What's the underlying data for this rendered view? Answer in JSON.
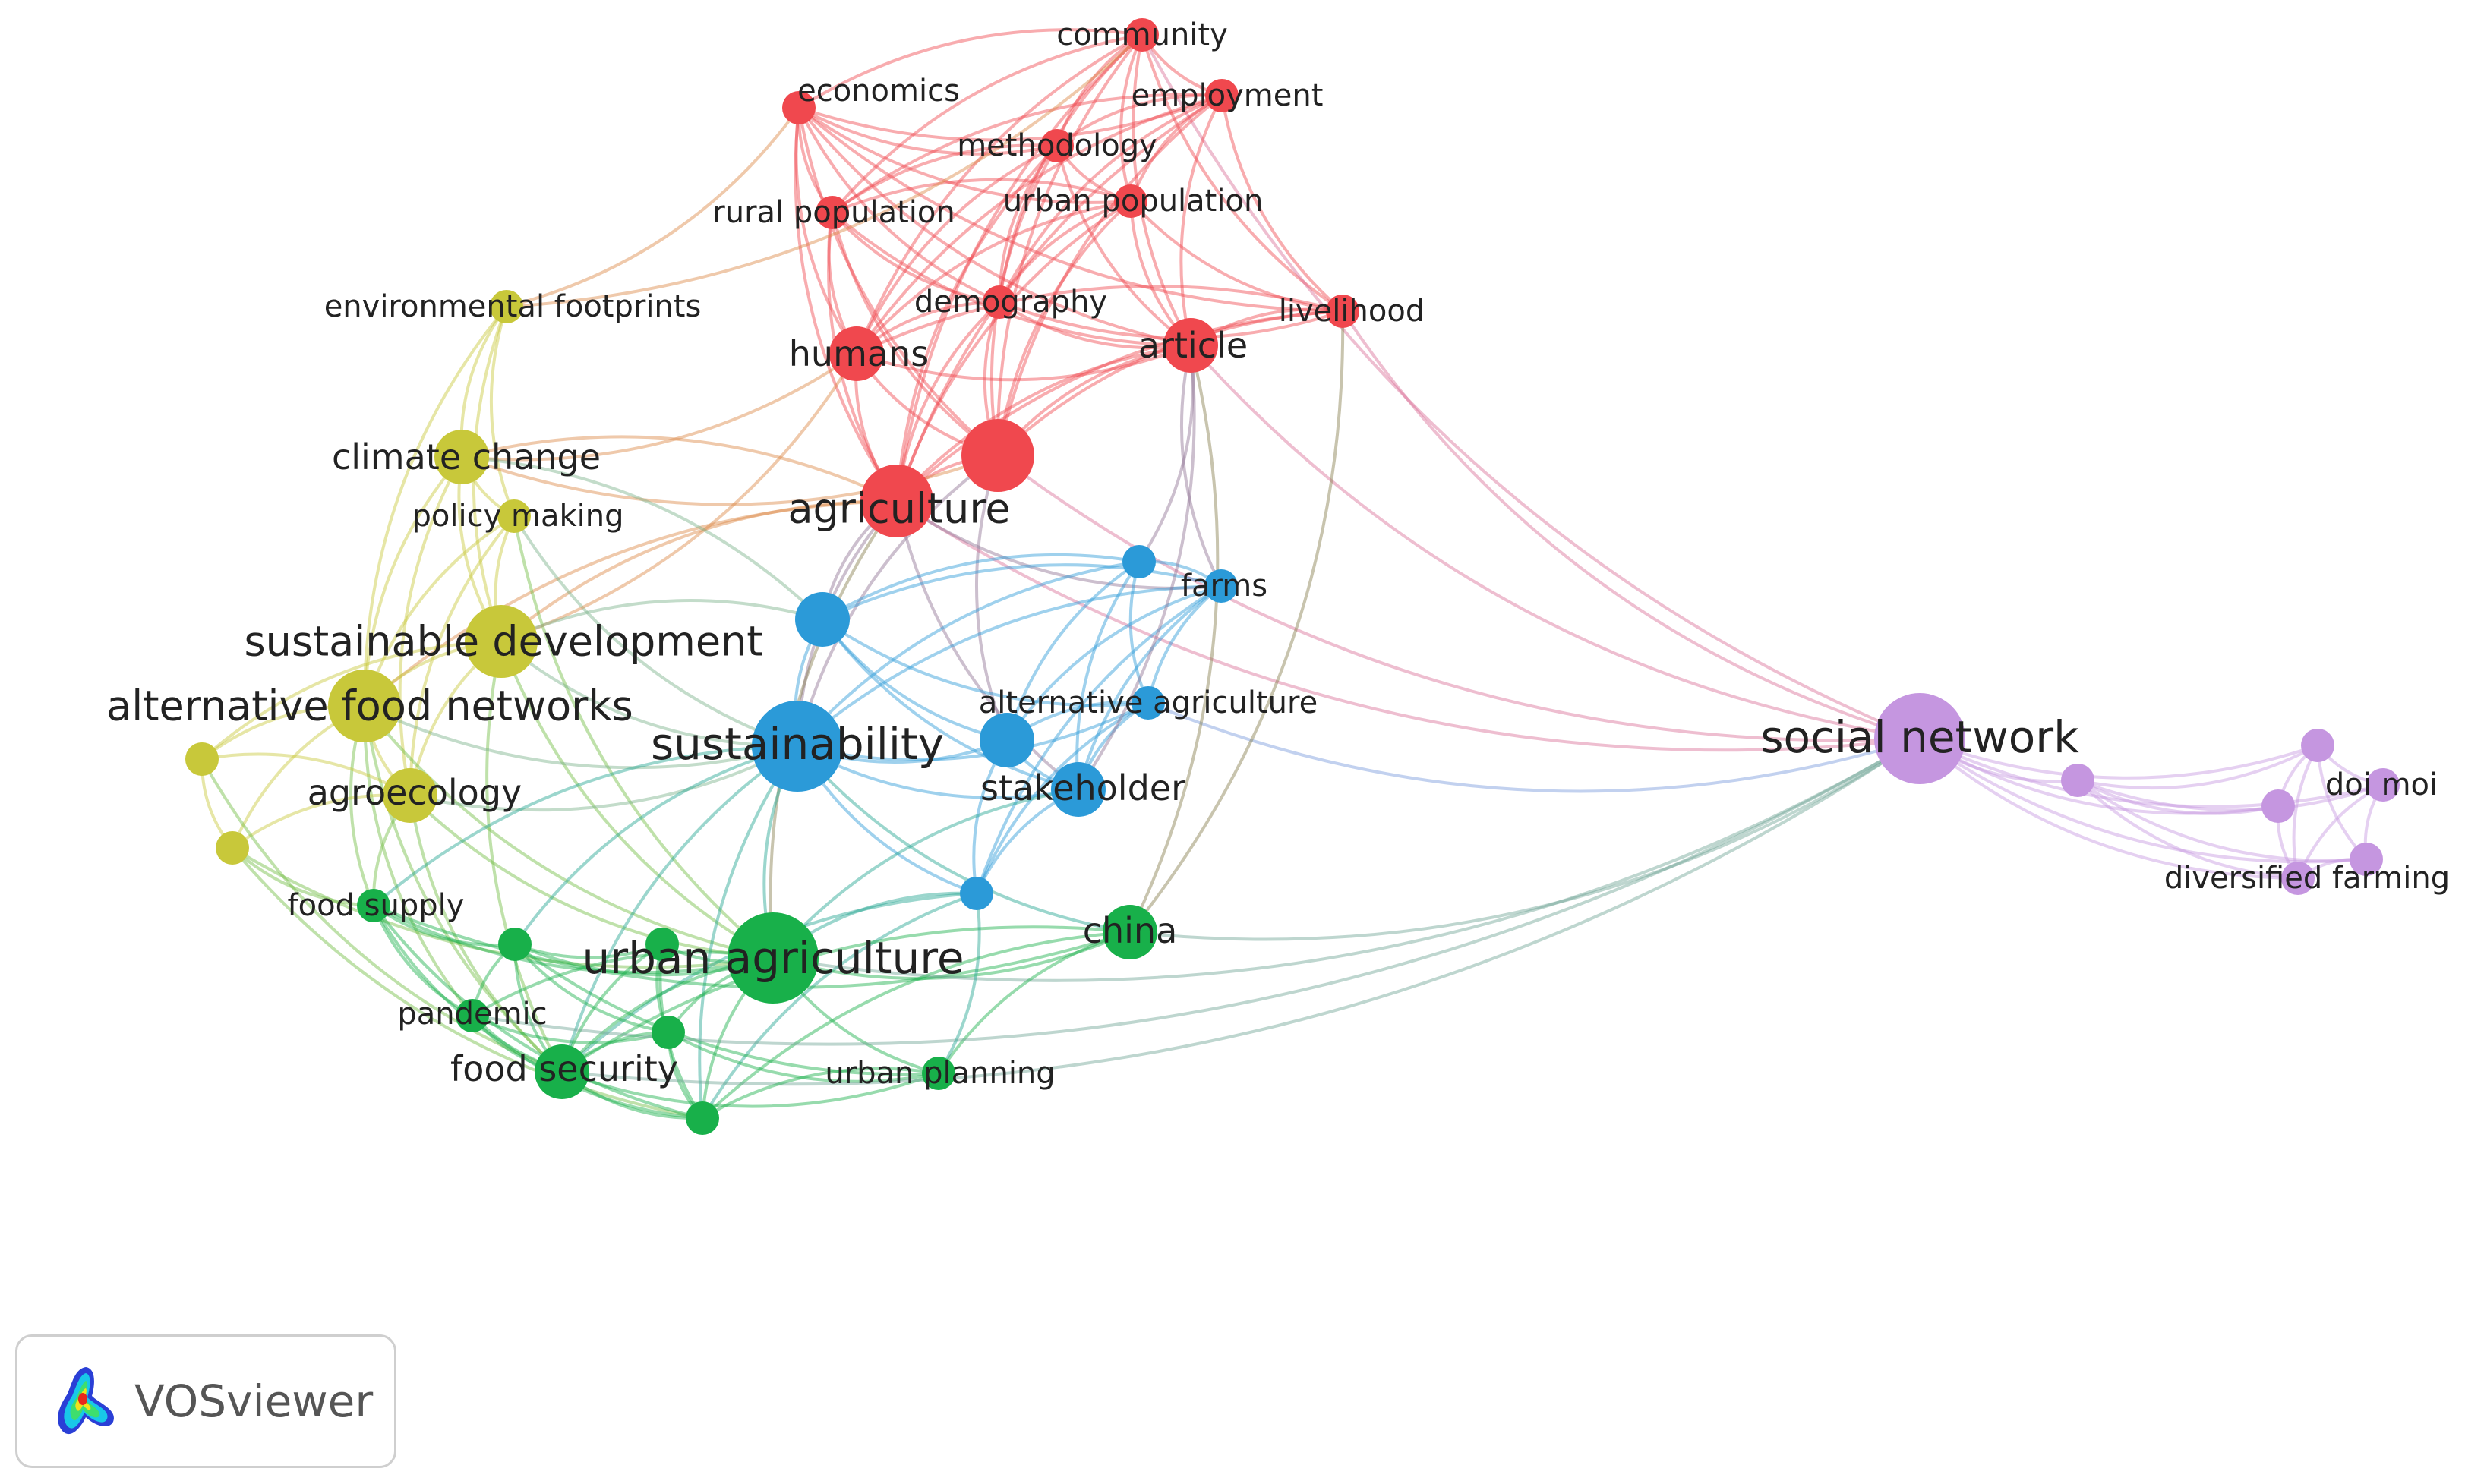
{
  "colors": {
    "red": "#f0484e",
    "yellow": "#c8c83a",
    "blue": "#2b9ad8",
    "green": "#18b04a",
    "purple": "#c596e0"
  },
  "nodes": [
    {
      "id": "community",
      "label": "community",
      "cluster": "red",
      "size": 1
    },
    {
      "id": "economics",
      "label": "economics",
      "cluster": "red",
      "size": 1
    },
    {
      "id": "employment",
      "label": "employment",
      "cluster": "red",
      "size": 1
    },
    {
      "id": "methodology",
      "label": "methodology",
      "cluster": "red",
      "size": 1
    },
    {
      "id": "urban-population",
      "label": "urban population",
      "cluster": "red",
      "size": 1
    },
    {
      "id": "rural-population",
      "label": "rural population",
      "cluster": "red",
      "size": 1
    },
    {
      "id": "demography",
      "label": "demography",
      "cluster": "red",
      "size": 1
    },
    {
      "id": "livelihood",
      "label": "livelihood",
      "cluster": "red",
      "size": 1
    },
    {
      "id": "humans",
      "label": "humans",
      "cluster": "red",
      "size": 2
    },
    {
      "id": "article",
      "label": "article",
      "cluster": "red",
      "size": 2
    },
    {
      "id": "red-hub",
      "label": "",
      "cluster": "red",
      "size": 3
    },
    {
      "id": "agriculture",
      "label": "agriculture",
      "cluster": "red",
      "size": 3
    },
    {
      "id": "environmental-footprints",
      "label": "environmental footprints",
      "cluster": "yellow",
      "size": 1
    },
    {
      "id": "climate-change",
      "label": "climate change",
      "cluster": "yellow",
      "size": 2
    },
    {
      "id": "policy-making",
      "label": "policy making",
      "cluster": "yellow",
      "size": 1
    },
    {
      "id": "sustainable-development",
      "label": "sustainable development",
      "cluster": "yellow",
      "size": 3
    },
    {
      "id": "alternative-food-networks",
      "label": "alternative food networks",
      "cluster": "yellow",
      "size": 3
    },
    {
      "id": "agroecology",
      "label": "agroecology",
      "cluster": "yellow",
      "size": 2
    },
    {
      "id": "yellow-a",
      "label": "",
      "cluster": "yellow",
      "size": 1
    },
    {
      "id": "yellow-b",
      "label": "",
      "cluster": "yellow",
      "size": 1
    },
    {
      "id": "farms",
      "label": "farms",
      "cluster": "blue",
      "size": 1
    },
    {
      "id": "blue-top",
      "label": "",
      "cluster": "blue",
      "size": 1
    },
    {
      "id": "blue-left",
      "label": "",
      "cluster": "blue",
      "size": 2
    },
    {
      "id": "sustainability",
      "label": "sustainability",
      "cluster": "blue",
      "size": 4
    },
    {
      "id": "alternative-agriculture",
      "label": "alternative agriculture",
      "cluster": "blue",
      "size": 1
    },
    {
      "id": "blue-mid",
      "label": "",
      "cluster": "blue",
      "size": 2
    },
    {
      "id": "stakeholder",
      "label": "stakeholder",
      "cluster": "blue",
      "size": 2
    },
    {
      "id": "blue-low",
      "label": "",
      "cluster": "blue",
      "size": 1
    },
    {
      "id": "food-supply",
      "label": "food supply",
      "cluster": "green",
      "size": 1
    },
    {
      "id": "green-a",
      "label": "",
      "cluster": "green",
      "size": 1
    },
    {
      "id": "green-b",
      "label": "",
      "cluster": "green",
      "size": 1
    },
    {
      "id": "urban-agriculture",
      "label": "urban agriculture",
      "cluster": "green",
      "size": 4
    },
    {
      "id": "china",
      "label": "china",
      "cluster": "green",
      "size": 2
    },
    {
      "id": "pandemic",
      "label": "pandemic",
      "cluster": "green",
      "size": 1
    },
    {
      "id": "green-c",
      "label": "",
      "cluster": "green",
      "size": 1
    },
    {
      "id": "food-security",
      "label": "food security",
      "cluster": "green",
      "size": 2
    },
    {
      "id": "urban-planning",
      "label": "urban planning",
      "cluster": "green",
      "size": 1
    },
    {
      "id": "green-d",
      "label": "",
      "cluster": "green",
      "size": 1
    },
    {
      "id": "social-network",
      "label": "social network",
      "cluster": "purple",
      "size": 4
    },
    {
      "id": "purple-a",
      "label": "",
      "cluster": "purple",
      "size": 1
    },
    {
      "id": "purple-b",
      "label": "",
      "cluster": "purple",
      "size": 1
    },
    {
      "id": "doi-moi",
      "label": "doi moi",
      "cluster": "purple",
      "size": 1
    },
    {
      "id": "purple-c",
      "label": "",
      "cluster": "purple",
      "size": 1
    },
    {
      "id": "purple-d",
      "label": "",
      "cluster": "purple",
      "size": 1
    },
    {
      "id": "diversified-farming",
      "label": "diversified farming",
      "cluster": "purple",
      "size": 1
    }
  ],
  "links": [
    [
      "community",
      "economics"
    ],
    [
      "community",
      "employment"
    ],
    [
      "community",
      "methodology"
    ],
    [
      "community",
      "urban-population"
    ],
    [
      "community",
      "rural-population"
    ],
    [
      "community",
      "demography"
    ],
    [
      "community",
      "livelihood"
    ],
    [
      "community",
      "humans"
    ],
    [
      "community",
      "article"
    ],
    [
      "community",
      "red-hub"
    ],
    [
      "community",
      "agriculture"
    ],
    [
      "community",
      "social-network"
    ],
    [
      "economics",
      "employment"
    ],
    [
      "economics",
      "methodology"
    ],
    [
      "economics",
      "urban-population"
    ],
    [
      "economics",
      "rural-population"
    ],
    [
      "economics",
      "demography"
    ],
    [
      "economics",
      "livelihood"
    ],
    [
      "economics",
      "humans"
    ],
    [
      "economics",
      "article"
    ],
    [
      "economics",
      "red-hub"
    ],
    [
      "economics",
      "agriculture"
    ],
    [
      "employment",
      "methodology"
    ],
    [
      "employment",
      "urban-population"
    ],
    [
      "employment",
      "rural-population"
    ],
    [
      "employment",
      "demography"
    ],
    [
      "employment",
      "livelihood"
    ],
    [
      "employment",
      "humans"
    ],
    [
      "employment",
      "article"
    ],
    [
      "employment",
      "red-hub"
    ],
    [
      "employment",
      "agriculture"
    ],
    [
      "methodology",
      "urban-population"
    ],
    [
      "methodology",
      "rural-population"
    ],
    [
      "methodology",
      "demography"
    ],
    [
      "methodology",
      "humans"
    ],
    [
      "methodology",
      "article"
    ],
    [
      "methodology",
      "red-hub"
    ],
    [
      "methodology",
      "agriculture"
    ],
    [
      "urban-population",
      "rural-population"
    ],
    [
      "urban-population",
      "demography"
    ],
    [
      "urban-population",
      "livelihood"
    ],
    [
      "urban-population",
      "humans"
    ],
    [
      "urban-population",
      "article"
    ],
    [
      "urban-population",
      "red-hub"
    ],
    [
      "urban-population",
      "agriculture"
    ],
    [
      "rural-population",
      "demography"
    ],
    [
      "rural-population",
      "humans"
    ],
    [
      "rural-population",
      "article"
    ],
    [
      "rural-population",
      "red-hub"
    ],
    [
      "rural-population",
      "agriculture"
    ],
    [
      "demography",
      "livelihood"
    ],
    [
      "demography",
      "humans"
    ],
    [
      "demography",
      "article"
    ],
    [
      "demography",
      "red-hub"
    ],
    [
      "demography",
      "agriculture"
    ],
    [
      "livelihood",
      "article"
    ],
    [
      "livelihood",
      "red-hub"
    ],
    [
      "livelihood",
      "agriculture"
    ],
    [
      "livelihood",
      "humans"
    ],
    [
      "livelihood",
      "social-network"
    ],
    [
      "humans",
      "article"
    ],
    [
      "humans",
      "red-hub"
    ],
    [
      "humans",
      "agriculture"
    ],
    [
      "article",
      "red-hub"
    ],
    [
      "article",
      "agriculture"
    ],
    [
      "article",
      "social-network"
    ],
    [
      "article",
      "farms"
    ],
    [
      "red-hub",
      "agriculture"
    ],
    [
      "red-hub",
      "social-network"
    ],
    [
      "red-hub",
      "sustainability"
    ],
    [
      "red-hub",
      "blue-mid"
    ],
    [
      "agriculture",
      "social-network"
    ],
    [
      "agriculture",
      "sustainability"
    ],
    [
      "agriculture",
      "blue-left"
    ],
    [
      "agriculture",
      "farms"
    ],
    [
      "agriculture",
      "stakeholder"
    ],
    [
      "agriculture",
      "sustainable-development"
    ],
    [
      "agriculture",
      "alternative-food-networks"
    ],
    [
      "agriculture",
      "urban-agriculture"
    ],
    [
      "agriculture",
      "climate-change"
    ],
    [
      "environmental-footprints",
      "economics"
    ],
    [
      "environmental-footprints",
      "community"
    ],
    [
      "environmental-footprints",
      "climate-change"
    ],
    [
      "environmental-footprints",
      "sustainable-development"
    ],
    [
      "environmental-footprints",
      "policy-making"
    ],
    [
      "environmental-footprints",
      "alternative-food-networks"
    ],
    [
      "climate-change",
      "policy-making"
    ],
    [
      "climate-change",
      "sustainable-development"
    ],
    [
      "climate-change",
      "alternative-food-networks"
    ],
    [
      "climate-change",
      "agroecology"
    ],
    [
      "climate-change",
      "humans"
    ],
    [
      "climate-change",
      "red-hub"
    ],
    [
      "policy-making",
      "sustainable-development"
    ],
    [
      "policy-making",
      "alternative-food-networks"
    ],
    [
      "policy-making",
      "agroecology"
    ],
    [
      "policy-making",
      "sustainability"
    ],
    [
      "policy-making",
      "urban-agriculture"
    ],
    [
      "sustainable-development",
      "alternative-food-networks"
    ],
    [
      "sustainable-development",
      "agroecology"
    ],
    [
      "sustainable-development",
      "sustainability"
    ],
    [
      "sustainable-development",
      "urban-agriculture"
    ],
    [
      "sustainable-development",
      "humans"
    ],
    [
      "sustainable-development",
      "food-security"
    ],
    [
      "sustainable-development",
      "yellow-a"
    ],
    [
      "alternative-food-networks",
      "agroecology"
    ],
    [
      "alternative-food-networks",
      "yellow-a"
    ],
    [
      "alternative-food-networks",
      "yellow-b"
    ],
    [
      "alternative-food-networks",
      "sustainability"
    ],
    [
      "alternative-food-networks",
      "urban-agriculture"
    ],
    [
      "alternative-food-networks",
      "food-supply"
    ],
    [
      "alternative-food-networks",
      "food-security"
    ],
    [
      "alternative-food-networks",
      "pandemic"
    ],
    [
      "agroecology",
      "yellow-a"
    ],
    [
      "agroecology",
      "yellow-b"
    ],
    [
      "agroecology",
      "urban-agriculture"
    ],
    [
      "agroecology",
      "sustainability"
    ],
    [
      "agroecology",
      "food-supply"
    ],
    [
      "agroecology",
      "food-security"
    ],
    [
      "yellow-a",
      "yellow-b"
    ],
    [
      "yellow-a",
      "food-security"
    ],
    [
      "yellow-b",
      "food-supply"
    ],
    [
      "yellow-b",
      "urban-agriculture"
    ],
    [
      "yellow-b",
      "green-d"
    ],
    [
      "farms",
      "blue-top"
    ],
    [
      "farms",
      "blue-left"
    ],
    [
      "farms",
      "sustainability"
    ],
    [
      "farms",
      "alternative-agriculture"
    ],
    [
      "farms",
      "blue-mid"
    ],
    [
      "farms",
      "stakeholder"
    ],
    [
      "farms",
      "blue-low"
    ],
    [
      "blue-top",
      "blue-left"
    ],
    [
      "blue-top",
      "sustainability"
    ],
    [
      "blue-top",
      "alternative-agriculture"
    ],
    [
      "blue-top",
      "blue-mid"
    ],
    [
      "blue-top",
      "stakeholder"
    ],
    [
      "blue-top",
      "article"
    ],
    [
      "blue-left",
      "sustainability"
    ],
    [
      "blue-left",
      "alternative-agriculture"
    ],
    [
      "blue-left",
      "blue-mid"
    ],
    [
      "blue-left",
      "stakeholder"
    ],
    [
      "blue-left",
      "sustainable-development"
    ],
    [
      "blue-left",
      "climate-change"
    ],
    [
      "sustainability",
      "alternative-agriculture"
    ],
    [
      "sustainability",
      "blue-mid"
    ],
    [
      "sustainability",
      "stakeholder"
    ],
    [
      "sustainability",
      "blue-low"
    ],
    [
      "sustainability",
      "urban-agriculture"
    ],
    [
      "sustainability",
      "food-security"
    ],
    [
      "sustainability",
      "china"
    ],
    [
      "sustainability",
      "food-supply"
    ],
    [
      "sustainability",
      "green-d"
    ],
    [
      "sustainability",
      "green-a"
    ],
    [
      "alternative-agriculture",
      "blue-mid"
    ],
    [
      "alternative-agriculture",
      "stakeholder"
    ],
    [
      "alternative-agriculture",
      "blue-low"
    ],
    [
      "alternative-agriculture",
      "social-network"
    ],
    [
      "blue-mid",
      "stakeholder"
    ],
    [
      "blue-mid",
      "blue-low"
    ],
    [
      "stakeholder",
      "blue-low"
    ],
    [
      "stakeholder",
      "urban-agriculture"
    ],
    [
      "stakeholder",
      "article"
    ],
    [
      "blue-low",
      "urban-agriculture"
    ],
    [
      "blue-low",
      "food-security"
    ],
    [
      "blue-low",
      "green-d"
    ],
    [
      "food-supply",
      "green-a"
    ],
    [
      "food-supply",
      "urban-agriculture"
    ],
    [
      "food-supply",
      "food-security"
    ],
    [
      "food-supply",
      "pandemic"
    ],
    [
      "food-supply",
      "green-d"
    ],
    [
      "food-supply",
      "china"
    ],
    [
      "green-a",
      "green-b"
    ],
    [
      "green-a",
      "urban-agriculture"
    ],
    [
      "green-a",
      "food-security"
    ],
    [
      "green-a",
      "pandemic"
    ],
    [
      "green-a",
      "green-c"
    ],
    [
      "green-a",
      "urban-planning"
    ],
    [
      "green-b",
      "urban-agriculture"
    ],
    [
      "green-b",
      "food-security"
    ],
    [
      "green-b",
      "green-c"
    ],
    [
      "green-b",
      "green-d"
    ],
    [
      "urban-agriculture",
      "china"
    ],
    [
      "urban-agriculture",
      "pandemic"
    ],
    [
      "urban-agriculture",
      "green-c"
    ],
    [
      "urban-agriculture",
      "food-security"
    ],
    [
      "urban-agriculture",
      "urban-planning"
    ],
    [
      "urban-agriculture",
      "green-d"
    ],
    [
      "urban-agriculture",
      "social-network"
    ],
    [
      "china",
      "food-security"
    ],
    [
      "china",
      "urban-planning"
    ],
    [
      "china",
      "green-d"
    ],
    [
      "china",
      "social-network"
    ],
    [
      "china",
      "article"
    ],
    [
      "china",
      "livelihood"
    ],
    [
      "pandemic",
      "food-security"
    ],
    [
      "pandemic",
      "green-c"
    ],
    [
      "pandemic",
      "green-d"
    ],
    [
      "pandemic",
      "social-network"
    ],
    [
      "green-c",
      "food-security"
    ],
    [
      "green-c",
      "green-d"
    ],
    [
      "green-c",
      "urban-planning"
    ],
    [
      "food-security",
      "green-d"
    ],
    [
      "food-security",
      "urban-planning"
    ],
    [
      "food-security",
      "social-network"
    ],
    [
      "urban-planning",
      "green-d"
    ],
    [
      "urban-planning",
      "blue-low"
    ],
    [
      "social-network",
      "purple-a"
    ],
    [
      "social-network",
      "purple-b"
    ],
    [
      "social-network",
      "doi-moi"
    ],
    [
      "social-network",
      "purple-c"
    ],
    [
      "social-network",
      "purple-d"
    ],
    [
      "social-network",
      "diversified-farming"
    ],
    [
      "purple-a",
      "purple-b"
    ],
    [
      "purple-a",
      "doi-moi"
    ],
    [
      "purple-a",
      "purple-c"
    ],
    [
      "purple-a",
      "purple-d"
    ],
    [
      "purple-a",
      "diversified-farming"
    ],
    [
      "purple-b",
      "doi-moi"
    ],
    [
      "purple-b",
      "purple-c"
    ],
    [
      "purple-b",
      "purple-d"
    ],
    [
      "purple-b",
      "diversified-farming"
    ],
    [
      "doi-moi",
      "purple-d"
    ],
    [
      "doi-moi",
      "diversified-farming"
    ],
    [
      "purple-c",
      "diversified-farming"
    ],
    [
      "purple-d",
      "diversified-farming"
    ]
  ],
  "logo": {
    "text": "VOSviewer"
  }
}
